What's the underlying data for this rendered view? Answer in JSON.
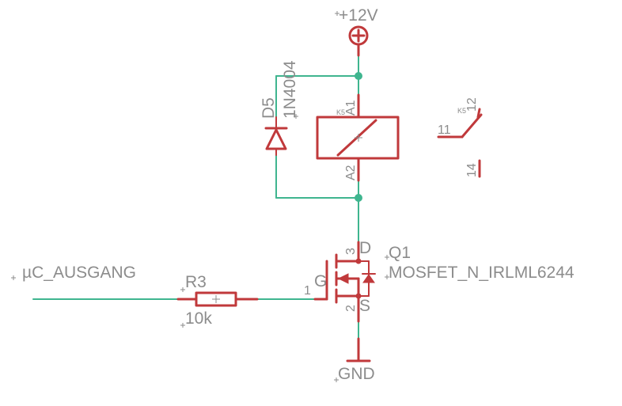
{
  "supply": {
    "label": "+12V"
  },
  "ground": {
    "label": "GND"
  },
  "input": {
    "label": "µC_AUSGANG"
  },
  "diode": {
    "name": "D5",
    "value": "1N4004"
  },
  "relay": {
    "coil_pin1": "A1",
    "coil_pin2": "A2",
    "ref_small_1": "K5",
    "ref_small_2": "K5",
    "pin_common": "11",
    "pin_nc": "12",
    "pin_no": "14"
  },
  "resistor": {
    "name": "R3",
    "value": "10k"
  },
  "mosfet": {
    "name": "Q1",
    "value": "MOSFET_N_IRLML6244",
    "drain": "D",
    "gate": "G",
    "source": "S",
    "pin_gate": "1",
    "pin_source": "2",
    "pin_drain": "3"
  },
  "colors": {
    "net": "#3fb58f",
    "symbol": "#c0393b",
    "text": "#8c8c8c"
  }
}
